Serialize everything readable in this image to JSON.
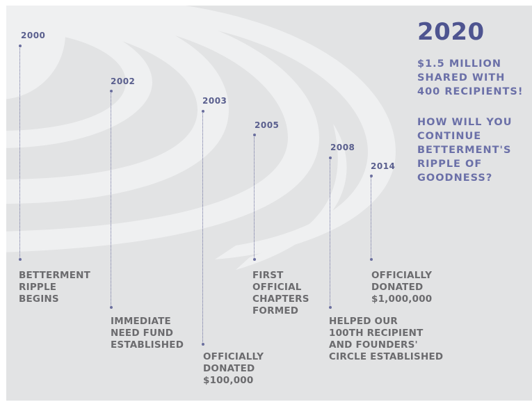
{
  "headline": {
    "year": "2020",
    "stat_lines": [
      "$1.5 MILLION",
      "SHARED WITH",
      "400 RECIPIENTS!"
    ],
    "question_lines": [
      "HOW WILL YOU",
      "CONTINUE",
      "BETTERMENT'S",
      "RIPPLE OF",
      "GOODNESS?"
    ]
  },
  "milestones": [
    {
      "year": "2000",
      "lines": [
        "BETTERMENT",
        "RIPPLE",
        "BEGINS"
      ]
    },
    {
      "year": "2002",
      "lines": [
        "IMMEDIATE",
        "NEED FUND",
        "ESTABLISHED"
      ]
    },
    {
      "year": "2003",
      "lines": [
        "OFFICIALLY",
        "DONATED",
        "$100,000"
      ]
    },
    {
      "year": "2005",
      "lines": [
        "FIRST",
        "OFFICIAL",
        "CHAPTERS",
        "FORMED"
      ]
    },
    {
      "year": "2008",
      "lines": [
        "HELPED OUR",
        "100TH RECIPIENT",
        "AND FOUNDERS'",
        "CIRCLE ESTABLISHED"
      ]
    },
    {
      "year": "2014",
      "lines": [
        "OFFICIALLY",
        "DONATED",
        "$1,000,000"
      ]
    }
  ],
  "colors": {
    "background": "#e2e3e4",
    "ripple": "#eff0f1",
    "accent": "#4e5490",
    "callout": "#6b70a8",
    "label": "#6b6b6e",
    "connector": "#6b6f9e"
  }
}
